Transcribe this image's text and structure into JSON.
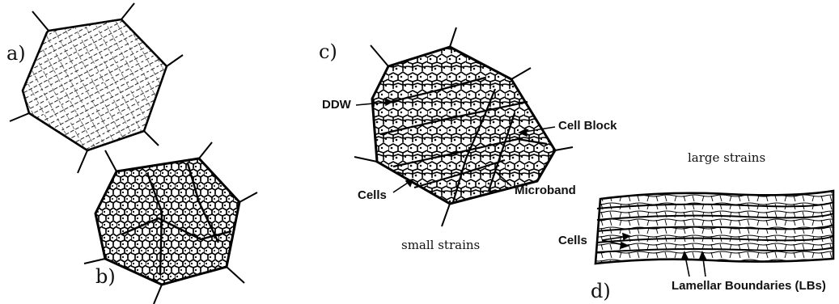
{
  "panels": {
    "a": {
      "letter": "a)"
    },
    "b": {
      "letter": "b)"
    },
    "c": {
      "letter": "c)",
      "callouts": {
        "ddw": "DDW",
        "cell_block": "Cell Block",
        "cells": "Cells",
        "microband": "Microband"
      },
      "caption": "small strains"
    },
    "d": {
      "letter": "d)",
      "caption": "large strains",
      "callouts": {
        "cells": "Cells",
        "lamellar_boundaries": "Lamellar Boundaries (LBs)"
      }
    }
  },
  "colors": {
    "ink": "#111111",
    "background": "#ffffff"
  }
}
